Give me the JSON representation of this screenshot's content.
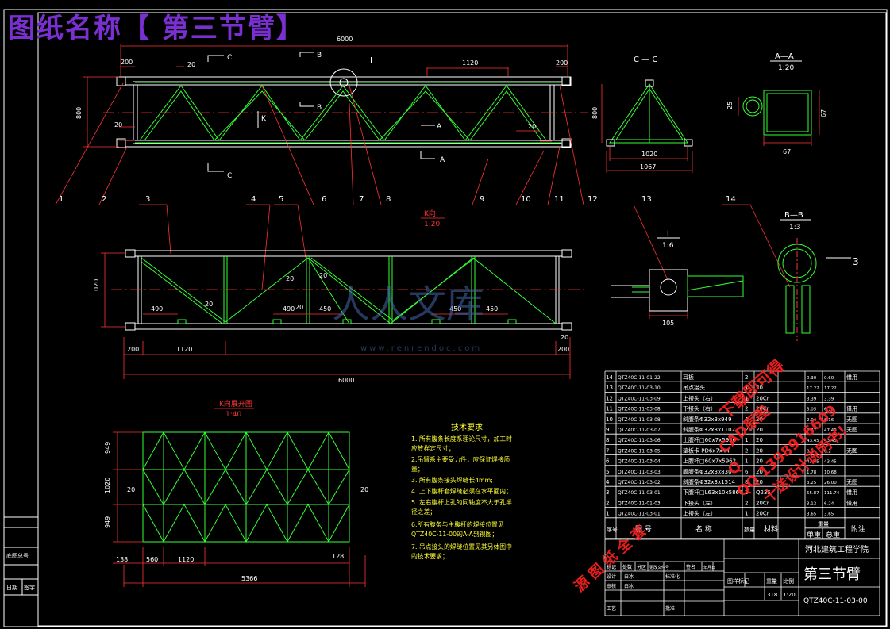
{
  "header": {
    "title": "图纸名称【 第三节臂】"
  },
  "colors": {
    "frame": "#ffffff",
    "member": "#33ff33",
    "dim": "#ff3333",
    "text": "#ffffff",
    "accent": "#ffff33",
    "title": "#7a2fd0",
    "watermark": "#4466aa",
    "stamp": "#ff2222"
  },
  "top_view": {
    "overall_dim": "6000",
    "dims": [
      "200",
      "20",
      "1120",
      "200",
      "800",
      "20",
      "20"
    ],
    "section_marks": [
      "C — C",
      "B",
      "B",
      "I",
      "K",
      "A",
      "A",
      "C"
    ],
    "section_letters": {
      "c": "C",
      "b": "B",
      "i": "I",
      "k": "K",
      "a": "A",
      "c_label": "C",
      "b_label": "B",
      "a_label": "A"
    }
  },
  "balloons": [
    "1",
    "2",
    "3",
    "4",
    "5",
    "6",
    "7",
    "8",
    "9",
    "10",
    "11",
    "12",
    "13",
    "14"
  ],
  "k_view": {
    "title": "K向",
    "scale": "1:20",
    "dims": [
      "1020",
      "20",
      "20",
      "20",
      "20",
      "490",
      "490",
      "450",
      "450",
      "450",
      "200",
      "1120",
      "200",
      "20"
    ],
    "overall_dim": "6000"
  },
  "section_cc": {
    "title": "C — C",
    "dims": [
      "800",
      "1020",
      "1067"
    ]
  },
  "section_aa": {
    "title": "A—A",
    "scale": "1:20",
    "dims": [
      "25",
      "67",
      "67"
    ]
  },
  "section_i": {
    "title": "I",
    "scale": "1:6",
    "dims": [
      "105"
    ]
  },
  "section_bb": {
    "title": "B—B",
    "scale": "1:3",
    "dims": [
      "3"
    ]
  },
  "k_unfold": {
    "title": "K向展开图",
    "scale": "1:40",
    "dims": [
      "949",
      "1020",
      "949",
      "20",
      "20",
      "138",
      "560",
      "1120",
      "128",
      "5366"
    ]
  },
  "tech": {
    "title": "技术要求",
    "lines": [
      "1. 所有腹条长度系理论尺寸，加工时",
      "   应放样定尺寸；",
      "2.吊臂系主要受力件，应保证焊接质",
      "   量；",
      "3. 所有腹条接头焊缝长4mm;",
      "4. 上下腹杆套焊缝必须在水平面内；",
      "5. 左右腹杆上孔的同轴度不大于孔半",
      "   径之差；",
      "6.所有腹条与主腹杆的焊接位置见",
      "   QTZ40C-11-00的A-A剖视图；",
      "7. 吊点接头的焊缝位置见其另体图中",
      "   的技术要求；"
    ]
  },
  "bom": {
    "rows": [
      [
        "14",
        "QTZ40C-11-01-22",
        "耳板",
        "2",
        "",
        "0.30",
        "0.60",
        "借用"
      ],
      [
        "13",
        "QTZ40C-11-03-10",
        "吊点接头",
        "1",
        "30",
        "17.22",
        "17.22",
        ""
      ],
      [
        "12",
        "QTZ40C-11-03-09",
        "上接头（右）",
        "1",
        "20Cr",
        "3.39",
        "3.39",
        ""
      ],
      [
        "11",
        "QTZ40C-11-03-08",
        "下接头（右）",
        "2",
        "20Cr",
        "3.05",
        "6.10",
        "借用"
      ],
      [
        "10",
        "QTZ40C-11-03-08",
        "斜腹条Φ32x3x949",
        "4",
        "20",
        "2.04",
        "8.16",
        "无图"
      ],
      [
        "9",
        "QTZ40C-11-03-07",
        "斜腹条Φ32x3x1102",
        "20",
        "20",
        "2.37",
        "47.40",
        "无图"
      ],
      [
        "8",
        "QTZ40C-11-03-06",
        "上腹杆□60x7x5956",
        "1",
        "20",
        "43.45",
        "43.45",
        ""
      ],
      [
        "7",
        "QTZ40C-11-03-05",
        "垫板卡 PD6x7x44",
        "2",
        "20",
        "0.1",
        "0.2",
        "无图"
      ],
      [
        "6",
        "QTZ40C-11-03-04",
        "上腹杆□60x7x5962",
        "1",
        "20",
        "43.45",
        "43.45",
        ""
      ],
      [
        "5",
        "QTZ40C-11-03-03",
        "腹腹条Φ32x3x830",
        "6",
        "20",
        "1.78",
        "10.68",
        ""
      ],
      [
        "4",
        "QTZ40C-11-03-02",
        "斜腹条Φ32x3x1514",
        "8",
        "20",
        "3.25",
        "26.00",
        "无图"
      ],
      [
        "3",
        "QTZ40C-11-03-01",
        "下腹杆□L63x10x5866",
        "2",
        "Q235",
        "55.87",
        "111.74",
        "借用"
      ],
      [
        "2",
        "QTZ40C-11-01-03",
        "下接头（左）",
        "2",
        "20Cr",
        "3.12",
        "6.24",
        "借用"
      ],
      [
        "1",
        "QTZ40C-11-03-01",
        "上接头（左）",
        "1",
        "20Cr",
        "3.65",
        "3.65",
        ""
      ]
    ],
    "header": [
      "序号",
      "图  号",
      "名  称",
      "数量",
      "材料",
      "单重",
      "总重",
      "附注"
    ],
    "header_sub": [
      "重量",
      ""
    ]
  },
  "title_block": {
    "school": "河北建筑工程学院",
    "drawing_name": "第三节臂",
    "drawing_no": "QTZ40C-11-03-00",
    "labels": [
      "标记",
      "处数",
      "分区",
      "更改文件号",
      "签名",
      "年月日",
      "设计",
      "标准化",
      "审核",
      "工艺",
      "批准",
      "图样标记",
      "重量",
      "比例"
    ],
    "weight": "318",
    "scale": "1:20",
    "side_labels": [
      "底图总号",
      "日期",
      "签字"
    ],
    "signatures": [
      "白冰",
      "白冰"
    ]
  },
  "watermark": {
    "logo": "人人文库",
    "url": "www.renrendoc.com"
  },
  "stamps": {
    "right": [
      "下载即可得",
      "CAD原图",
      "Q",
      "QQ 1398916609",
      "十送设计说明书!"
    ],
    "left": [
      "源",
      "图",
      "纸",
      "全",
      "套"
    ]
  }
}
